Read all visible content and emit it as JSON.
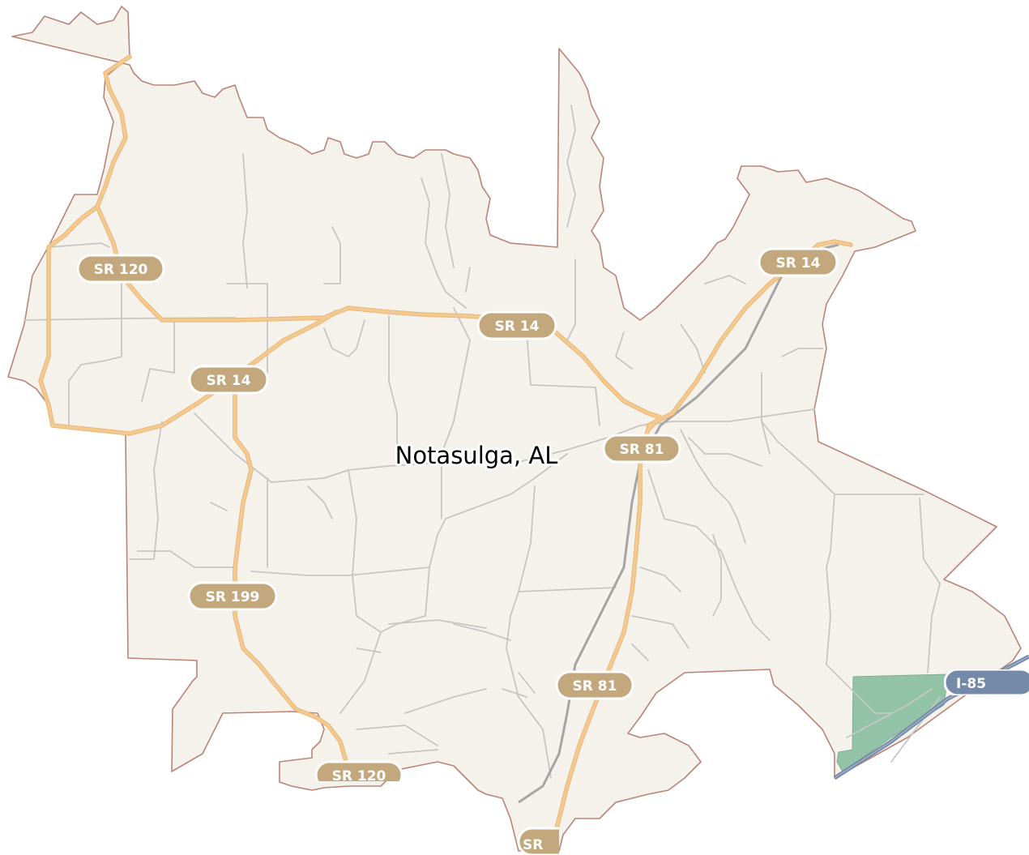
{
  "place_label": "Notasulga, AL",
  "colors": {
    "land": "#f5f2ec",
    "boundary": "#b98479",
    "local_road": "#c6c6c6",
    "state_route": "#f3c98f",
    "state_route_casing": "#e8b87a",
    "railway": "#a5a5a5",
    "park": "#93c3a7",
    "interstate": "#7589a8",
    "shield_fill": "#c3a87e",
    "shield_border": "#ffffff"
  },
  "route_shields": [
    {
      "id": "sr120-north",
      "label": "SR 120"
    },
    {
      "id": "sr14-center",
      "label": "SR 14"
    },
    {
      "id": "sr14-west",
      "label": "SR 14"
    },
    {
      "id": "sr14-northeast",
      "label": "SR 14"
    },
    {
      "id": "sr81-north",
      "label": "SR 81"
    },
    {
      "id": "sr199",
      "label": "SR 199"
    },
    {
      "id": "sr81-south",
      "label": "SR 81"
    },
    {
      "id": "sr-southwest-partial",
      "label": "SR 120"
    },
    {
      "id": "sr-south-partial",
      "label": "SR"
    }
  ],
  "interstate_shield": {
    "label": "I-85"
  }
}
